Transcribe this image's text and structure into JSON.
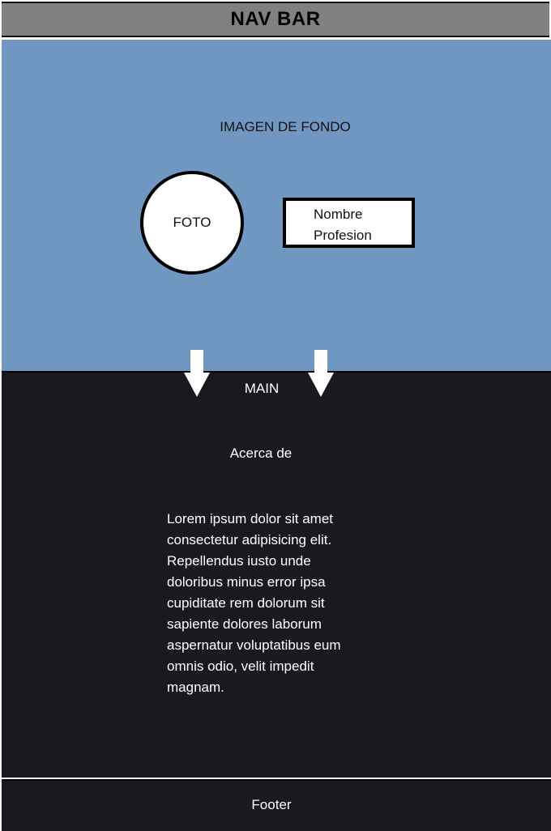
{
  "navbar": {
    "title": "NAV BAR"
  },
  "hero": {
    "label": "IMAGEN DE FONDO",
    "photo_label": "FOTO",
    "name_label": "Nombre",
    "profession_label": "Profesion"
  },
  "main": {
    "label": "MAIN",
    "about_title": "Acerca de",
    "about_text": "Lorem ipsum dolor sit amet consectetur adipisicing elit. Repellendus iusto unde doloribus minus error ipsa cupiditate rem dolorum sit sapiente dolores laborum aspernatur voluptatibus eum omnis odio, velit impedit magnam."
  },
  "footer": {
    "label": "Footer"
  },
  "colors": {
    "navbar": "#808080",
    "hero_background": "#7096c2",
    "main_background": "#1b1820",
    "arrow": "#ffffff"
  },
  "icons": [
    "arrow-down-icon",
    "arrow-down-icon"
  ]
}
